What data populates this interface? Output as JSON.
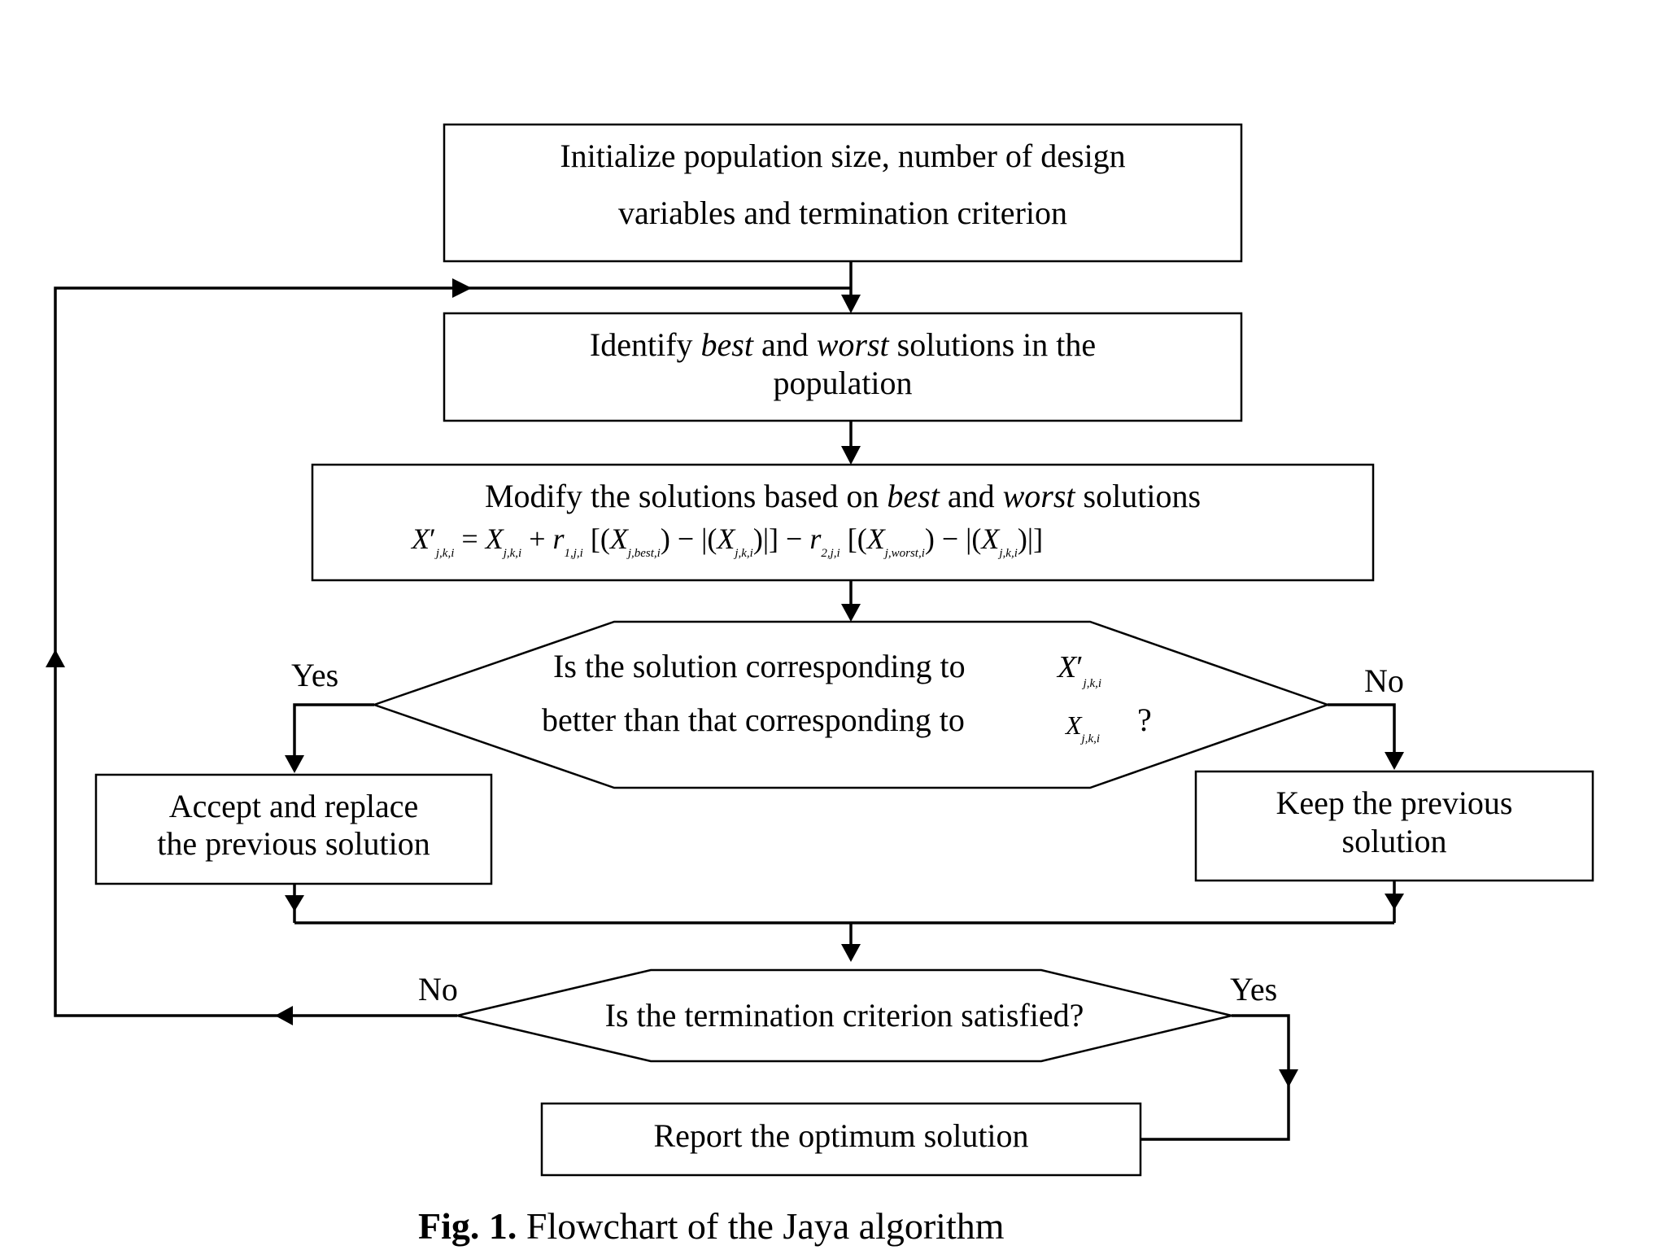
{
  "flowchart": {
    "init_line1": "Initialize population size, number of design",
    "init_line2": "variables and termination criterion",
    "identify_prefix": "Identify ",
    "identify_best": "best",
    "identify_mid": " and ",
    "identify_worst": "worst",
    "identify_suffix": " solutions in the",
    "identify_line2": "population",
    "modify_prefix": "Modify the solutions based on ",
    "modify_best": "best",
    "modify_mid": " and ",
    "modify_worst": "worst",
    "modify_suffix": " solutions",
    "modify_equation": "X′j,k,i = Xj,k,i + r1,j,i [(Xj,best,i) − |(Xj,k,i)|] − r2,j,i [(Xj,worst,i) − |(Xj,k,i)|]",
    "decision1_line1": "Is the solution corresponding to",
    "decision1_line2": "better than that corresponding to",
    "decision1_qmark": "?",
    "yes_left": "Yes",
    "no_right": "No",
    "accept_line1": "Accept and replace",
    "accept_line2": "the previous solution",
    "keep_line1": "Keep the previous",
    "keep_line2": "solution",
    "decision2": "Is the termination criterion satisfied?",
    "no_left": "No",
    "yes_right": "Yes",
    "report": "Report the optimum solution"
  },
  "caption": {
    "label": "Fig. 1.",
    "text": "Flowchart of the Jaya algorithm"
  }
}
